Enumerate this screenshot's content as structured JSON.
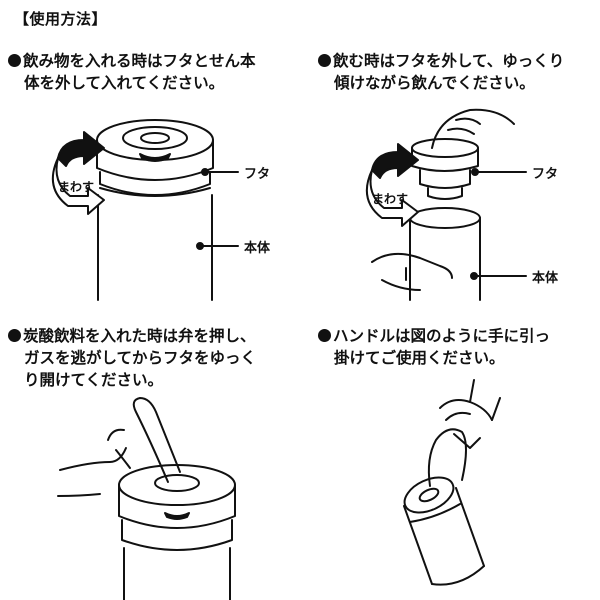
{
  "header": {
    "title": "【使用方法】"
  },
  "steps": [
    {
      "line1": "飲み物を入れる時はフタとせん本",
      "line2": "体を外して入れてください。"
    },
    {
      "line1": "飲む時はフタを外して、ゆっくり",
      "line2": "傾けながら飲んでください。"
    },
    {
      "line1": "炭酸飲料を入れた時は弁を押し、",
      "line2": "ガスを逃がしてからフタをゆっく",
      "line3": "り開けてください。"
    },
    {
      "line1": "ハンドルは図のように手に引っ",
      "line2": "掛けてご使用ください。"
    }
  ],
  "figures": {
    "fig1": {
      "rotate_label": "まわす",
      "lid_label": "フタ",
      "body_label": "本体"
    },
    "fig2": {
      "rotate_label": "まわす",
      "lid_label": "フタ",
      "body_label": "本体"
    }
  },
  "colors": {
    "ink": "#111111",
    "background": "#ffffff"
  }
}
